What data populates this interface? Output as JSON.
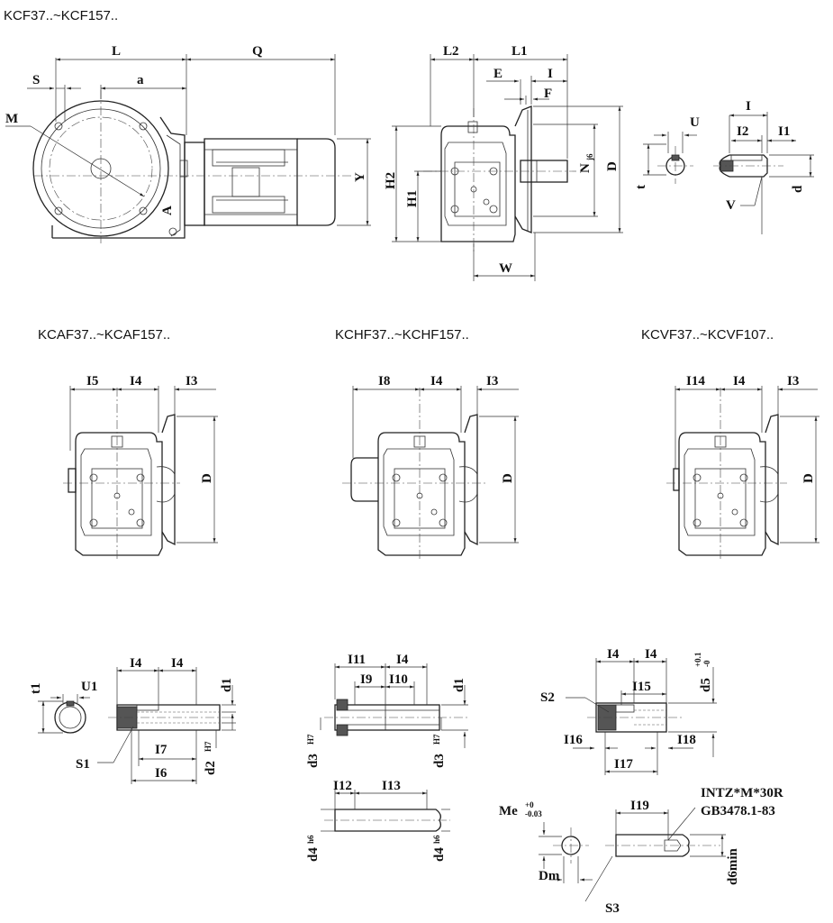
{
  "titles": {
    "main": "KCF37..~KCF157..",
    "caf": "KCAF37..~KCAF157..",
    "chf": "KCHF37..~KCHF157..",
    "cvf": "KCVF37..~KCVF107.."
  },
  "labels": {
    "L": "L",
    "Q": "Q",
    "S": "S",
    "a": "a",
    "M": "M",
    "A": "A",
    "Y": "Y",
    "L2": "L2",
    "L1": "L1",
    "E": "E",
    "I": "I",
    "F": "F",
    "H2": "H2",
    "H1": "H1",
    "N": "N",
    "j6": "j6",
    "D": "D",
    "W": "W",
    "U": "U",
    "t": "t",
    "V": "V",
    "I2": "I2",
    "I1": "I1",
    "d": "d",
    "I5": "I5",
    "I4": "I4",
    "I3": "I3",
    "I8": "I8",
    "I14": "I14",
    "t1": "t1",
    "U1": "U1",
    "S1": "S1",
    "I7": "I7",
    "I6": "I6",
    "d1": "d1",
    "d2": "d2",
    "H7": "H7",
    "I11": "I11",
    "I9": "I9",
    "I10": "I10",
    "d3": "d3",
    "I12": "I12",
    "I13": "I13",
    "d4": "d4",
    "h6": "h6",
    "S2": "S2",
    "I15": "I15",
    "I16": "I16",
    "I18": "I18",
    "I17": "I17",
    "d5": "d5",
    "tol_d5_top": "+0.1",
    "tol_d5_bot": "-0",
    "I19": "I19",
    "Me": "Me",
    "tol_me_top": "+0",
    "tol_me_bot": "-0.03",
    "Dm": "Dm",
    "S3": "S3",
    "d6min": "d6min",
    "intz": "INTZ*M*30R",
    "gb": "GB3478.1-83"
  }
}
